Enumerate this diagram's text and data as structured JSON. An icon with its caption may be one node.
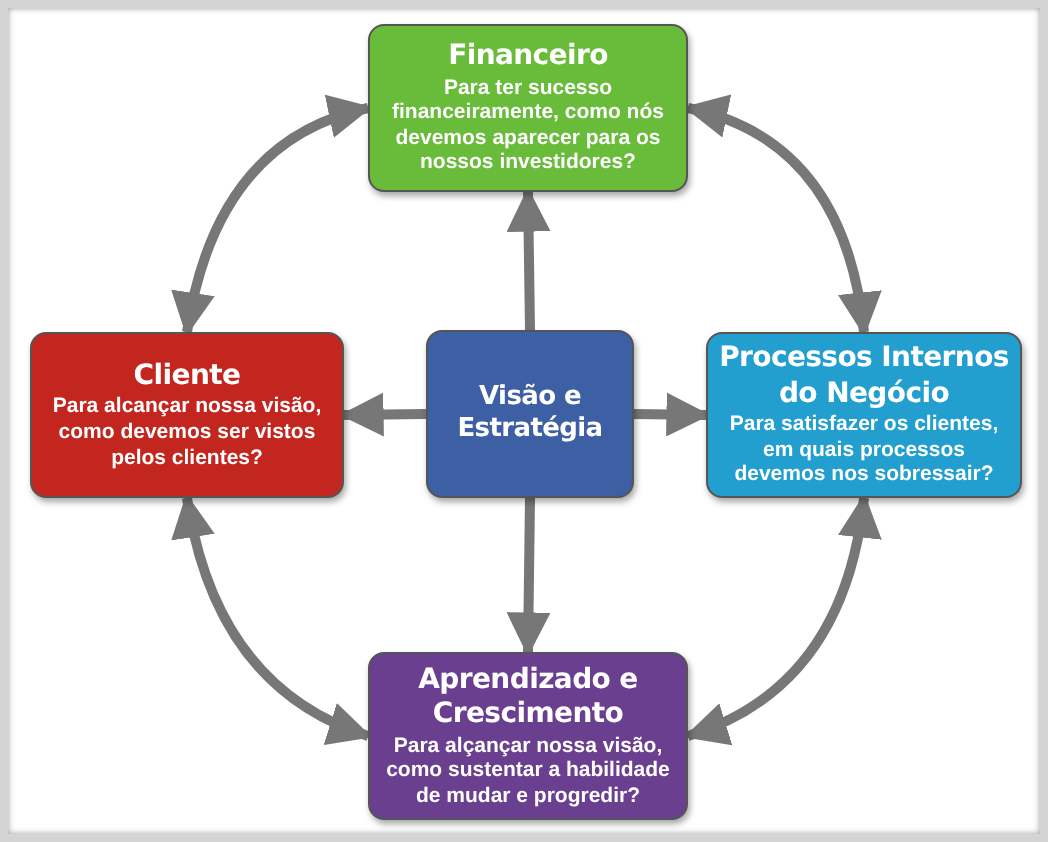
{
  "diagram": {
    "nodes": [
      {
        "text": [
          "Visão e Estratégia"
        ]
      },
      {
        "text": [
          "Financeiro",
          "Para ter sucesso financeiramente, como nós devemos aparecer para os nossos investidores?"
        ]
      },
      {
        "text": [
          "Cliente",
          "Para alcançar nossa visão, como devemos ser vistos pelos clientes?"
        ]
      },
      {
        "text": [
          "Processos Internos do Negócio",
          "Para satisfazer os clientes, em quais processos devemos nos sobressair?"
        ]
      },
      {
        "text": [
          "Aprendizado e Crescimento",
          "Para alçançar nossa visão, como sustentar a habilidade de mudar e progredir?"
        ]
      }
    ],
    "edges": [
      {
        "from": 0,
        "to": 1,
        "arrow": "to"
      },
      {
        "from": 0,
        "to": 2,
        "arrow": "to"
      },
      {
        "from": 0,
        "to": 3,
        "arrow": "to"
      },
      {
        "from": 0,
        "to": 4,
        "arrow": "to"
      },
      {
        "from": 1,
        "to": 3,
        "arrow": "both"
      },
      {
        "from": 3,
        "to": 4,
        "arrow": "both"
      },
      {
        "from": 4,
        "to": 2,
        "arrow": "both"
      },
      {
        "from": 2,
        "to": 1,
        "arrow": "both"
      }
    ]
  }
}
